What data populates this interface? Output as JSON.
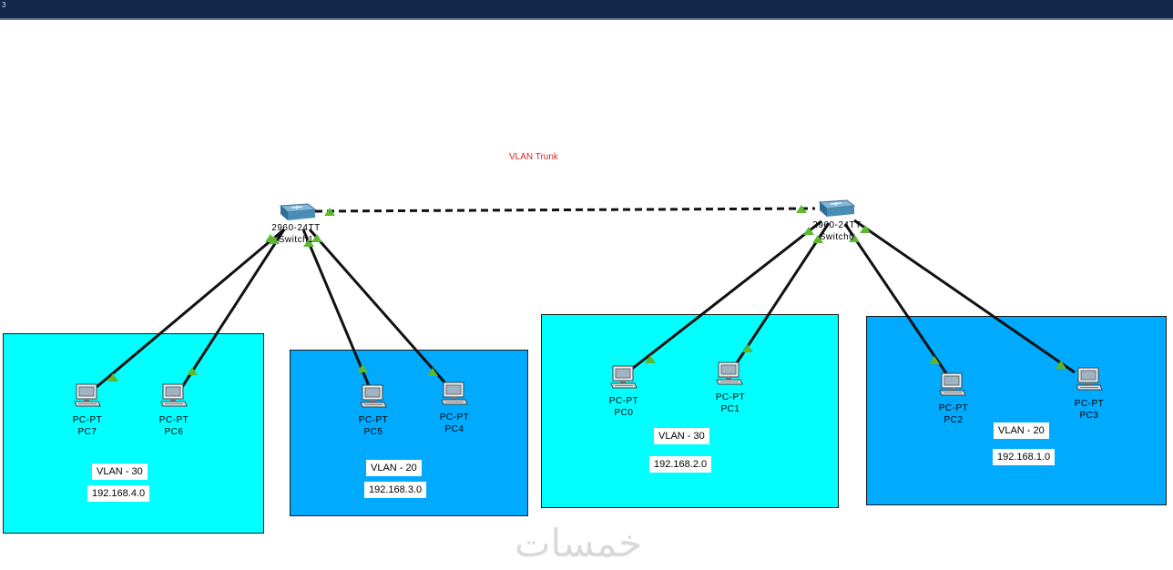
{
  "window": {
    "title_fragment": "3"
  },
  "trunk_label": "VLAN Trunk",
  "switches": [
    {
      "model": "2960-24TT",
      "name": "Switch1"
    },
    {
      "model": "2960-24TT",
      "name": "Switch0"
    }
  ],
  "pcs": {
    "pc7": {
      "model": "PC-PT",
      "name": "PC7"
    },
    "pc6": {
      "model": "PC-PT",
      "name": "PC6"
    },
    "pc5": {
      "model": "PC-PT",
      "name": "PC5"
    },
    "pc4": {
      "model": "PC-PT",
      "name": "PC4"
    },
    "pc0": {
      "model": "PC-PT",
      "name": "PC0"
    },
    "pc1": {
      "model": "PC-PT",
      "name": "PC1"
    },
    "pc2": {
      "model": "PC-PT",
      "name": "PC2"
    },
    "pc3": {
      "model": "PC-PT",
      "name": "PC3"
    }
  },
  "zones": [
    {
      "vlan": "VLAN - 30",
      "network": "192.168.4.0"
    },
    {
      "vlan": "VLAN - 20",
      "network": "192.168.3.0"
    },
    {
      "vlan": "VLAN - 30",
      "network": "192.168.2.0"
    },
    {
      "vlan": "VLAN - 20",
      "network": "192.168.1.0"
    }
  ],
  "colors": {
    "vlan30_fill": "#00ffff",
    "vlan20_fill": "#00aaff",
    "trunk_label": "#e02020",
    "link_endpoint": "#5cb82e"
  },
  "watermark": "خمسات"
}
